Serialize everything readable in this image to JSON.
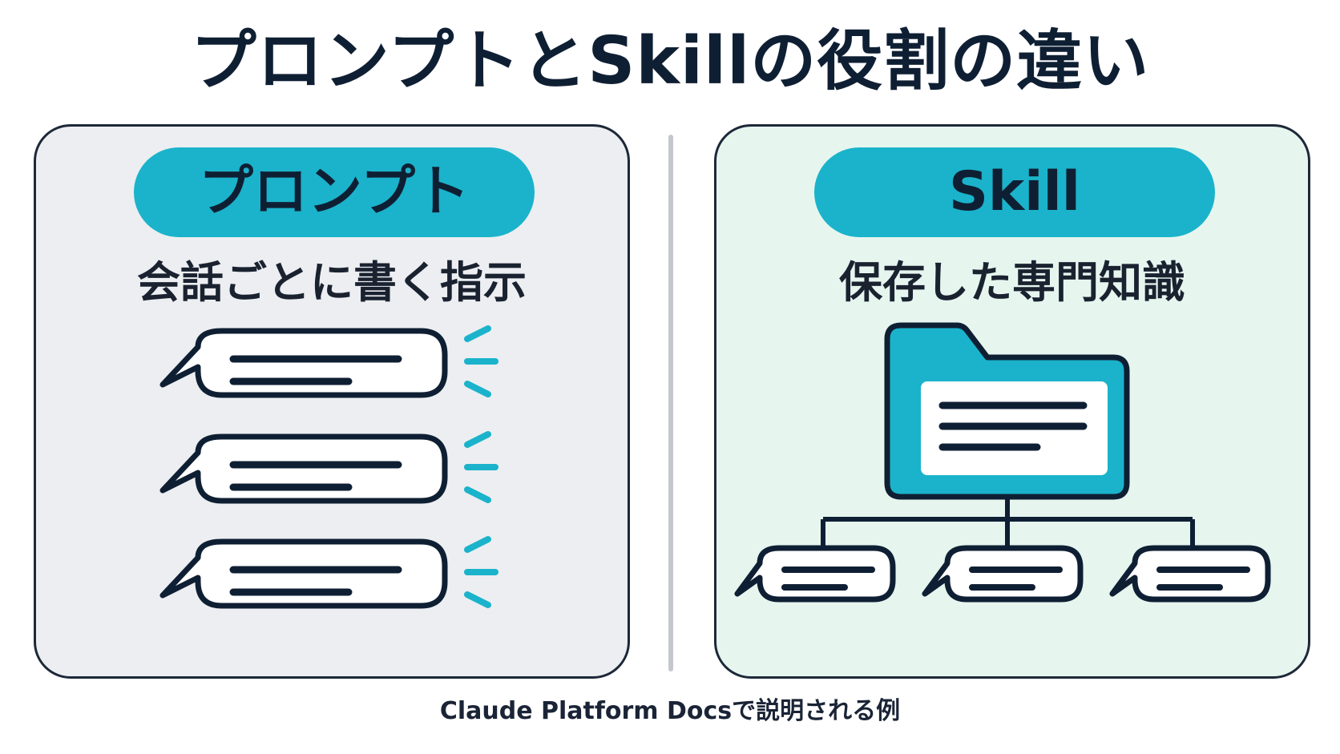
{
  "title": "プロンプトとSkillの役割の違い",
  "left_panel": {
    "label": "プロンプト",
    "subtitle": "会話ごとに書く指示"
  },
  "right_panel": {
    "label": "Skill",
    "subtitle": "保存した専門知識"
  },
  "footer": "Claude Platform Docsで説明される例",
  "colors": {
    "accent": "#1ab3cb",
    "navy": "#0f1f33",
    "left_bg": "#eceef1",
    "right_bg": "#e6f6ef"
  }
}
